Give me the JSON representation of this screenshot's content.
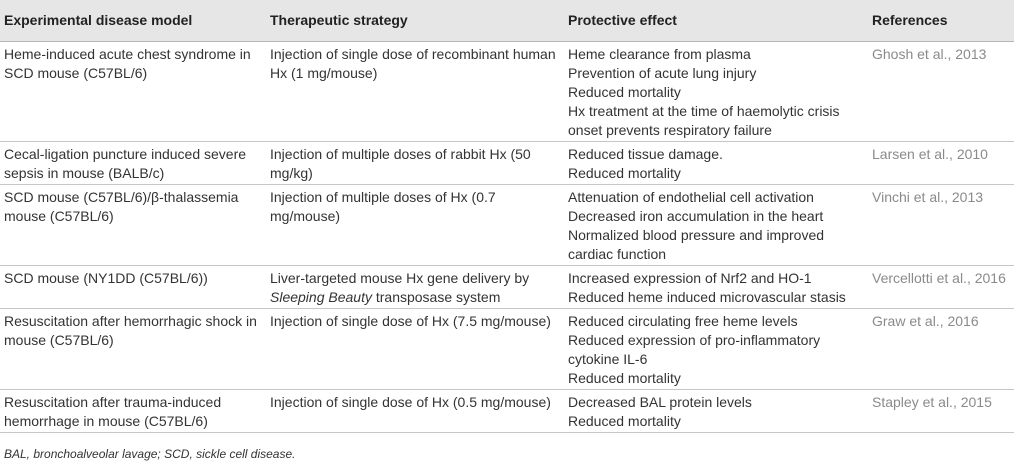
{
  "colors": {
    "header_background": "#e6e6e6",
    "text": "#333333",
    "reference_link": "#8a8a8a",
    "row_rule": "#c6c6c6"
  },
  "table": {
    "headers": [
      "Experimental disease model",
      "Therapeutic strategy",
      "Protective effect",
      "References"
    ],
    "rows": [
      {
        "model": [
          "Heme-induced acute chest syndrome in",
          "SCD mouse (C57BL/6)"
        ],
        "strategy": [
          "Injection of single dose of recombinant human",
          "Hx (1 mg/mouse)"
        ],
        "effects": [
          "Heme clearance from plasma",
          "Prevention of acute lung injury",
          "Reduced mortality",
          "Hx treatment at the time of haemolytic crisis onset prevents respiratory failure"
        ],
        "reference": "Ghosh et al., 2013"
      },
      {
        "model": [
          "Cecal-ligation puncture induced severe",
          "sepsis in mouse (BALB/c)"
        ],
        "strategy": [
          "Injection of multiple doses of rabbit Hx (50",
          "mg/kg)"
        ],
        "effects": [
          "Reduced tissue damage.",
          "Reduced mortality"
        ],
        "reference": "Larsen et al., 2010"
      },
      {
        "model": [
          "SCD mouse (C57BL/6)/β-thalassemia",
          "mouse (C57BL/6)"
        ],
        "strategy": [
          "Injection of multiple doses of Hx (0.7",
          "mg/mouse)"
        ],
        "effects": [
          "Attenuation of endothelial cell activation",
          "Decreased iron accumulation in the heart",
          "Normalized blood pressure and improved cardiac function"
        ],
        "reference": "Vinchi et al., 2013"
      },
      {
        "model": [
          "SCD mouse (NY1DD (C57BL/6))"
        ],
        "strategy": [
          "Liver-targeted mouse Hx gene delivery by",
          {
            "em": "Sleeping Beauty",
            "rest": "transposase system"
          }
        ],
        "effects": [
          "Increased expression of Nrf2 and HO-1",
          "Reduced heme induced microvascular stasis"
        ],
        "reference": "Vercellotti et al., 2016"
      },
      {
        "model": [
          "Resuscitation after hemorrhagic shock in",
          "mouse (C57BL/6)"
        ],
        "strategy": [
          "Injection of single dose of Hx (7.5 mg/mouse)"
        ],
        "effects": [
          "Reduced circulating free heme levels",
          "Reduced expression of pro-inflammatory cytokine IL-6",
          "Reduced mortality"
        ],
        "reference": "Graw et al., 2016"
      },
      {
        "model": [
          "Resuscitation after trauma-induced",
          "hemorrhage in mouse (C57BL/6)"
        ],
        "strategy": [
          "Injection of single dose of Hx (0.5 mg/mouse)"
        ],
        "effects": [
          "Decreased BAL protein levels",
          "Reduced mortality"
        ],
        "reference": "Stapley et al., 2015"
      }
    ]
  },
  "footnote": "BAL, bronchoalveolar lavage; SCD, sickle cell disease."
}
